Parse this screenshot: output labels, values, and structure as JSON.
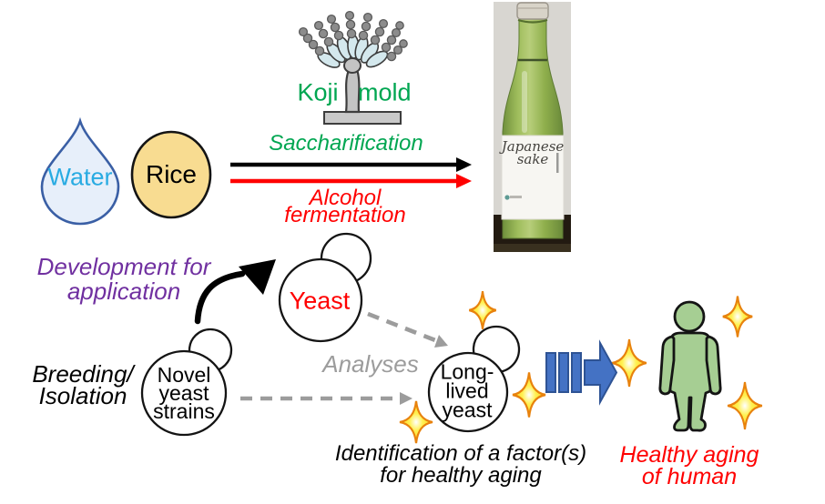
{
  "diagram": {
    "water": "Water",
    "rice": "Rice",
    "koji_mold": "Koji mold",
    "saccharification": "Saccharification",
    "alcohol": {
      "l1": "Alcohol",
      "l2": "fermentation"
    },
    "bottle": {
      "l1": "Japanese",
      "l2": "sake"
    },
    "development": {
      "l1": "Development for",
      "l2": "application"
    },
    "breeding": {
      "l1": "Breeding/",
      "l2": "Isolation"
    },
    "yeast": "Yeast",
    "novel": {
      "l1": "Novel",
      "l2": "yeast",
      "l3": "strains"
    },
    "analyses": "Analyses",
    "long_lived": {
      "l1": "Long-",
      "l2": "lived",
      "l3": "yeast"
    },
    "identification": {
      "l1": "Identification of a factor(s)",
      "l2": "for healthy aging"
    },
    "healthy": {
      "l1": "Healthy aging",
      "l2": "of human"
    }
  },
  "colors": {
    "green_text": "#00A651",
    "red_text": "#FF0000",
    "purple_text": "#7030A0",
    "gray_text": "#9C9C9C",
    "water_text": "#29ABE2",
    "water_fill": "#E7EFFA",
    "water_stroke": "#3A5FA5",
    "rice_fill": "#F8DC91",
    "blue_arrow_fill": "#4472C4",
    "blue_arrow_stroke": "#2E5394",
    "human_fill": "#A6CE93",
    "sparkle_fill": "#FFE23F",
    "sparkle_stroke": "#E8820D",
    "bottle_glass": "#9FBD5C"
  }
}
